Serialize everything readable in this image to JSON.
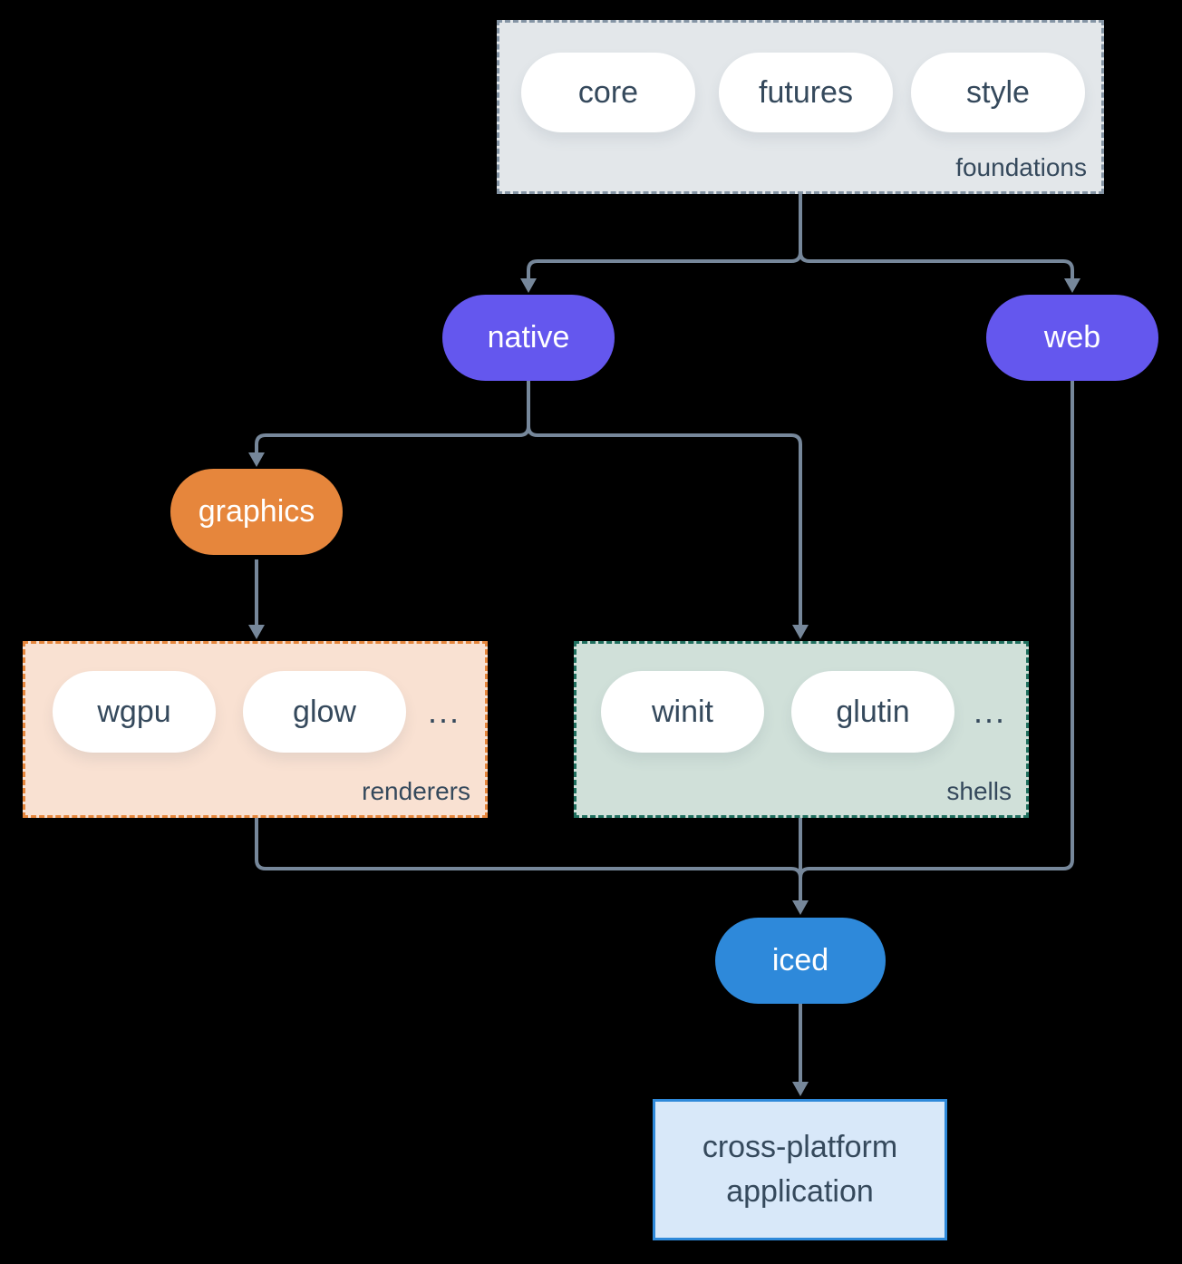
{
  "colors": {
    "background": "#000000",
    "arrow": "#76879A",
    "node_purple": "#6457EE",
    "node_orange": "#E6863C",
    "node_blue": "#2E89DA",
    "text_dark": "#35495C",
    "foundations_fill": "#E3E7EA",
    "foundations_border": "#8494A4",
    "renderers_fill": "#F9E1D2",
    "renderers_border": "#E6863C",
    "shells_fill": "#D0E0D9",
    "shells_border": "#20705F",
    "application_fill": "#D8E8F9"
  },
  "groups": {
    "foundations": {
      "label": "foundations",
      "items": [
        "core",
        "futures",
        "style"
      ]
    },
    "renderers": {
      "label": "renderers",
      "items": [
        "wgpu",
        "glow"
      ],
      "more": "..."
    },
    "shells": {
      "label": "shells",
      "items": [
        "winit",
        "glutin"
      ],
      "more": "..."
    }
  },
  "nodes": {
    "native": {
      "label": "native"
    },
    "web": {
      "label": "web"
    },
    "graphics": {
      "label": "graphics"
    },
    "iced": {
      "label": "iced"
    },
    "application": {
      "label": "cross-platform application"
    }
  }
}
